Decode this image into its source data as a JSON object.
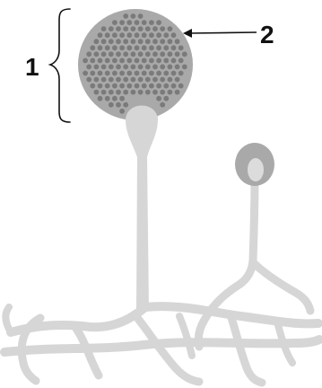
{
  "labels": {
    "sporangium_label": "1",
    "spore_label": "2"
  },
  "colors": {
    "hypha": "#d6d6d6",
    "sporangium": "#a9a9a9",
    "spore": "#7a7a7a",
    "young_sporangium": "#a9a9a9",
    "young_columella": "#dcdcdc",
    "ink": "#111111"
  },
  "icons": {
    "bracket": "curly-brace",
    "pointer": "arrow-left"
  }
}
